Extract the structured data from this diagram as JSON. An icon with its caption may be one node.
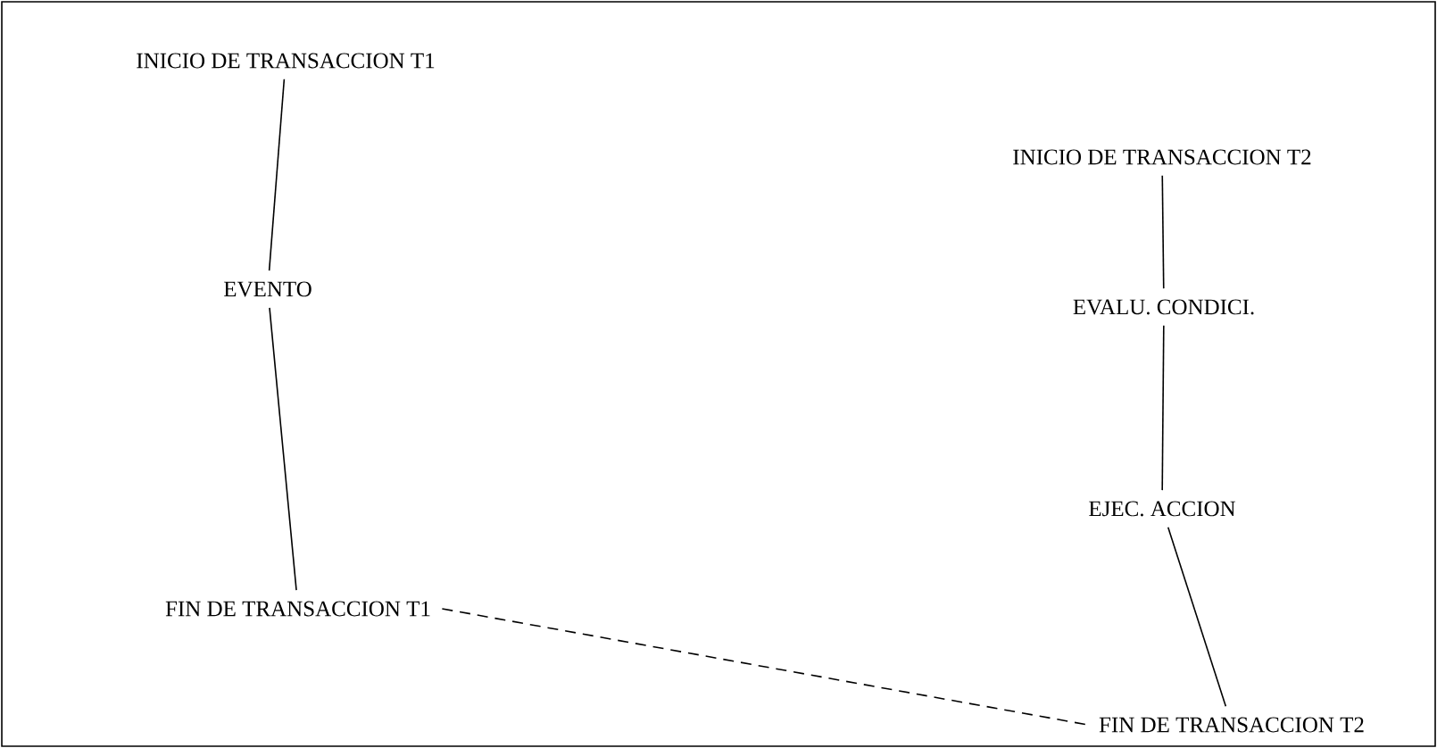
{
  "diagram": {
    "nodes": [
      {
        "text": [
          "INICIO DE TRANSACCION T1"
        ]
      },
      {
        "text": [
          "EVENTO"
        ]
      },
      {
        "text": [
          "FIN DE TRANSACCION T1"
        ]
      },
      {
        "text": [
          "INICIO DE TRANSACCION T2"
        ]
      },
      {
        "text": [
          "EVALU. CONDICI."
        ]
      },
      {
        "text": [
          "EJEC. ACCION"
        ]
      },
      {
        "text": [
          "FIN DE TRANSACCION T2"
        ]
      }
    ],
    "edges": [
      {
        "from": 0,
        "to": 1,
        "arrow": "none"
      },
      {
        "from": 1,
        "to": 2,
        "arrow": "none"
      },
      {
        "from": 3,
        "to": 4,
        "arrow": "none"
      },
      {
        "from": 4,
        "to": 5,
        "arrow": "none"
      },
      {
        "from": 5,
        "to": 6,
        "arrow": "none"
      },
      {
        "from": 2,
        "to": 6,
        "arrow": "none",
        "style": "dashed"
      }
    ]
  }
}
